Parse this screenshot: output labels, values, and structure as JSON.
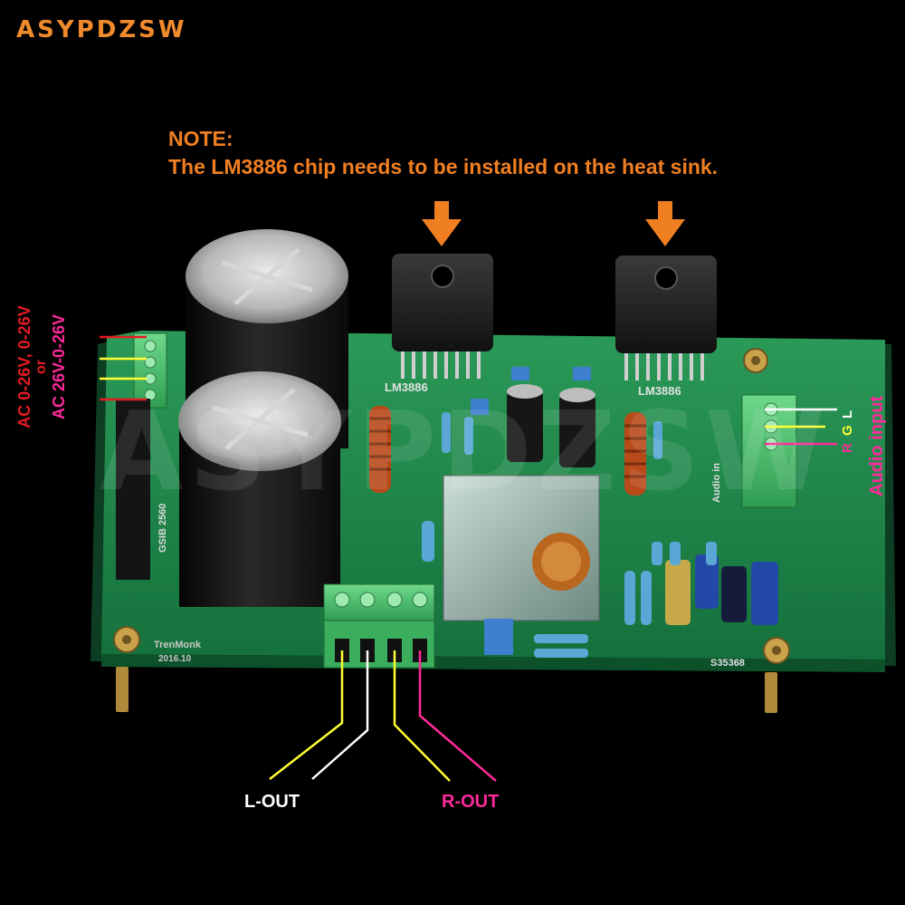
{
  "brand": "ASYPDZSW",
  "watermark": "ASYPDZSW",
  "note": {
    "title": "NOTE:",
    "text": "The LM3886 chip needs to be installed on the heat sink."
  },
  "power_label": {
    "line1": "AC 0-26V, 0-26V",
    "line2": "or",
    "line3": "AC 26V-0-26V"
  },
  "audio_input": {
    "label": "Audio input",
    "pin_l": "L",
    "pin_g": "G",
    "pin_r": "R"
  },
  "outputs": {
    "left": "L-OUT",
    "right": "R-OUT"
  },
  "board_markings": {
    "chip_left": "LM3886",
    "chip_right": "LM3886",
    "serial": "S35368",
    "bridge": "GSIB 2560",
    "audio_in_silk": "Audio in",
    "maker": "TrenMonk",
    "date": "2016.10"
  },
  "colors": {
    "accent_orange": "#f07f22",
    "pink": "#ff2a9a",
    "yellow": "#ffff33",
    "pcb_green": "#1f8c4e",
    "terminal_green": "#49c26a"
  }
}
